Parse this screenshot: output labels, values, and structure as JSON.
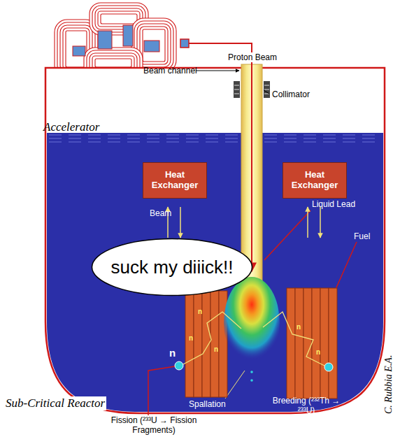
{
  "diagram": {
    "nodes": [
      {
        "text": [
          "Heat Exchanger"
        ]
      },
      {
        "text": [
          "Heat Exchanger"
        ]
      },
      {
        "text": [
          "suck my diiick!!"
        ]
      }
    ],
    "labels": [
      "Accelerator",
      "Proton Beam",
      "Beam channel",
      "Collimator",
      "Beam",
      "Liquid Lead",
      "Fuel",
      "Sub-Critical Reactor",
      "Spallation",
      "Breeding (²³²Th → ²³³U)",
      "Fission (²³³U → Fission Fragments)",
      "C. Rubbia E.A.",
      "n",
      "n",
      "n",
      "n",
      "n",
      "n"
    ]
  }
}
